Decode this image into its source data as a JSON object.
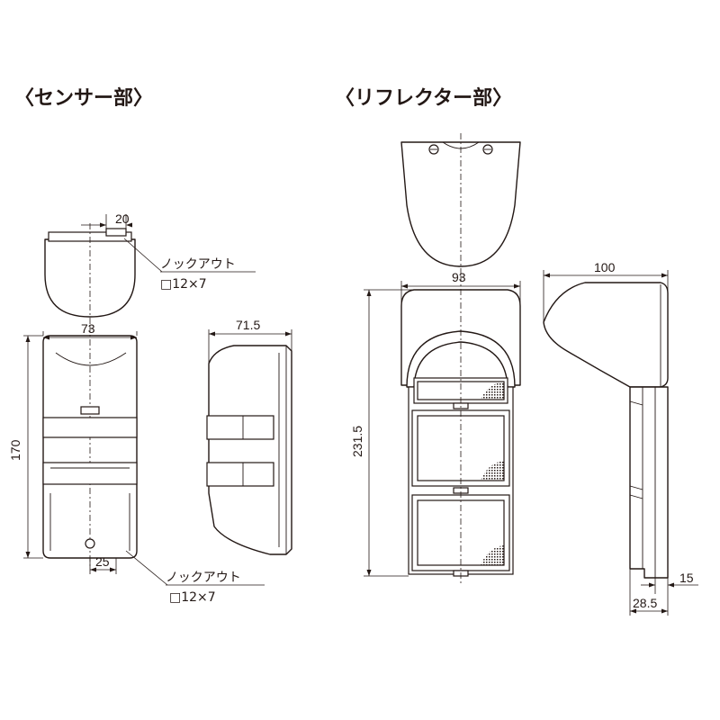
{
  "sections": {
    "sensor_title": "〈センサー部〉",
    "reflector_title": "〈リフレクター部〉"
  },
  "sensor": {
    "dim_top_width": "20",
    "knockout_top_label": "ノックアウト",
    "knockout_top_size": "□12×7",
    "dim_front_width": "73",
    "dim_height": "170",
    "dim_side_depth": "71.5",
    "dim_bottom_spacing": "25",
    "knockout_bottom_label": "ノックアウト",
    "knockout_bottom_size": "□12×7"
  },
  "reflector": {
    "dim_front_width": "93",
    "dim_height": "231.5",
    "dim_side_depth": "100",
    "dim_bracket_thickness": "15",
    "dim_bracket_width": "28.5"
  },
  "colors": {
    "line": "#231815",
    "background": "#ffffff"
  }
}
